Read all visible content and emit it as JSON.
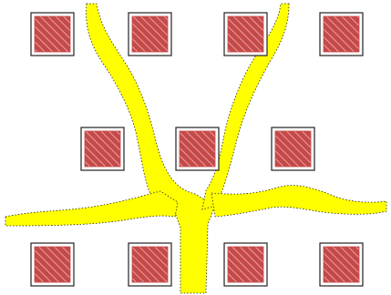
{
  "colors": {
    "background": "#ffffff",
    "road_fill": "#ffff00",
    "road_outline": "#222222",
    "block_fill": "#c44a4a",
    "block_hatch": "#ef9d9d",
    "block_border": "#222222"
  },
  "scene": {
    "road": {
      "kind": "branching yellow road"
    },
    "blocks": [
      {
        "row": 1,
        "col": 1
      },
      {
        "row": 1,
        "col": 2
      },
      {
        "row": 1,
        "col": 3
      },
      {
        "row": 1,
        "col": 4
      },
      {
        "row": 2,
        "col": 1
      },
      {
        "row": 2,
        "col": 2
      },
      {
        "row": 2,
        "col": 3
      },
      {
        "row": 3,
        "col": 1
      },
      {
        "row": 3,
        "col": 2
      },
      {
        "row": 3,
        "col": 3
      },
      {
        "row": 3,
        "col": 4
      }
    ]
  }
}
